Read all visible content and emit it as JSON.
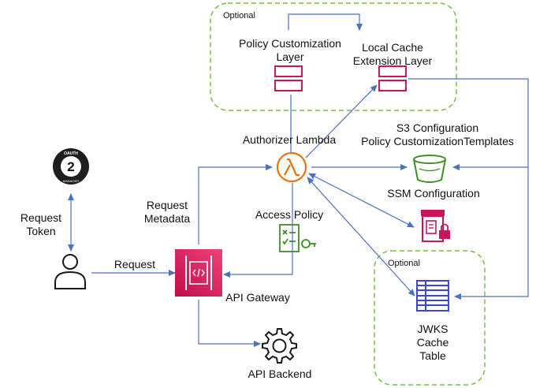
{
  "labels": {
    "optional_top": "Optional",
    "optional_bottom": "Optional",
    "policy_layer_line1": "Policy Customization",
    "policy_layer_line2": "Layer",
    "cache_layer_line1": "Local Cache",
    "cache_layer_line2": "Extension Layer",
    "authorizer_lambda": "Authorizer Lambda",
    "s3_line1": "S3 Configuration",
    "s3_line2": "Policy CustomizationTemplates",
    "ssm": "SSM Configuration",
    "request_metadata_line1": "Request",
    "request_metadata_line2": "Metadata",
    "access_policy": "Access Policy",
    "request_token_line1": "Request",
    "request_token_line2": "Token",
    "request": "Request",
    "api_gateway": "API Gateway",
    "api_backend": "API Backend",
    "jwks_line1": "JWKS",
    "jwks_line2": "Cache",
    "jwks_line3": "Table",
    "oauth_top": "OAUTH",
    "oauth_bottom": "MANAGER",
    "oauth_number": "2"
  },
  "icons": {
    "oauth": "oauth2-badge-icon",
    "user": "user-icon",
    "gateway": "api-gateway-icon",
    "lambda": "lambda-icon",
    "layer": "lambda-layer-icon",
    "s3": "s3-bucket-icon",
    "secrets": "secrets-manager-icon",
    "policy": "access-policy-icon",
    "dynamodb": "dynamodb-table-icon",
    "backend": "gear-icon"
  },
  "colors": {
    "arrow": "#4a72c4",
    "group_border": "#7ac043",
    "layer": "#c7165b",
    "lambda": "#e8730d",
    "s3": "#3f8f25",
    "policy": "#3f8f25",
    "secrets": "#c7165b",
    "dynamodb": "#3b48cc",
    "gateway": "#d01663"
  }
}
